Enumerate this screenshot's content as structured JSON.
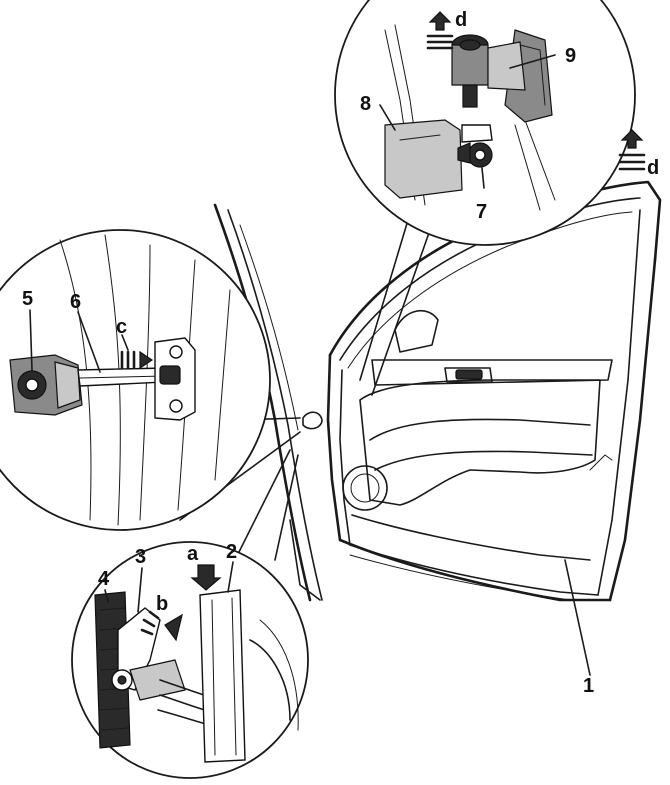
{
  "diagram": {
    "callouts": {
      "c1": "1",
      "c2": "2",
      "c3": "3",
      "c4": "4",
      "c5": "5",
      "c6": "6",
      "c7": "7",
      "c8": "8",
      "c9": "9",
      "a": "a",
      "b": "b",
      "c": "c",
      "d_top": "d",
      "d_right": "d"
    }
  }
}
